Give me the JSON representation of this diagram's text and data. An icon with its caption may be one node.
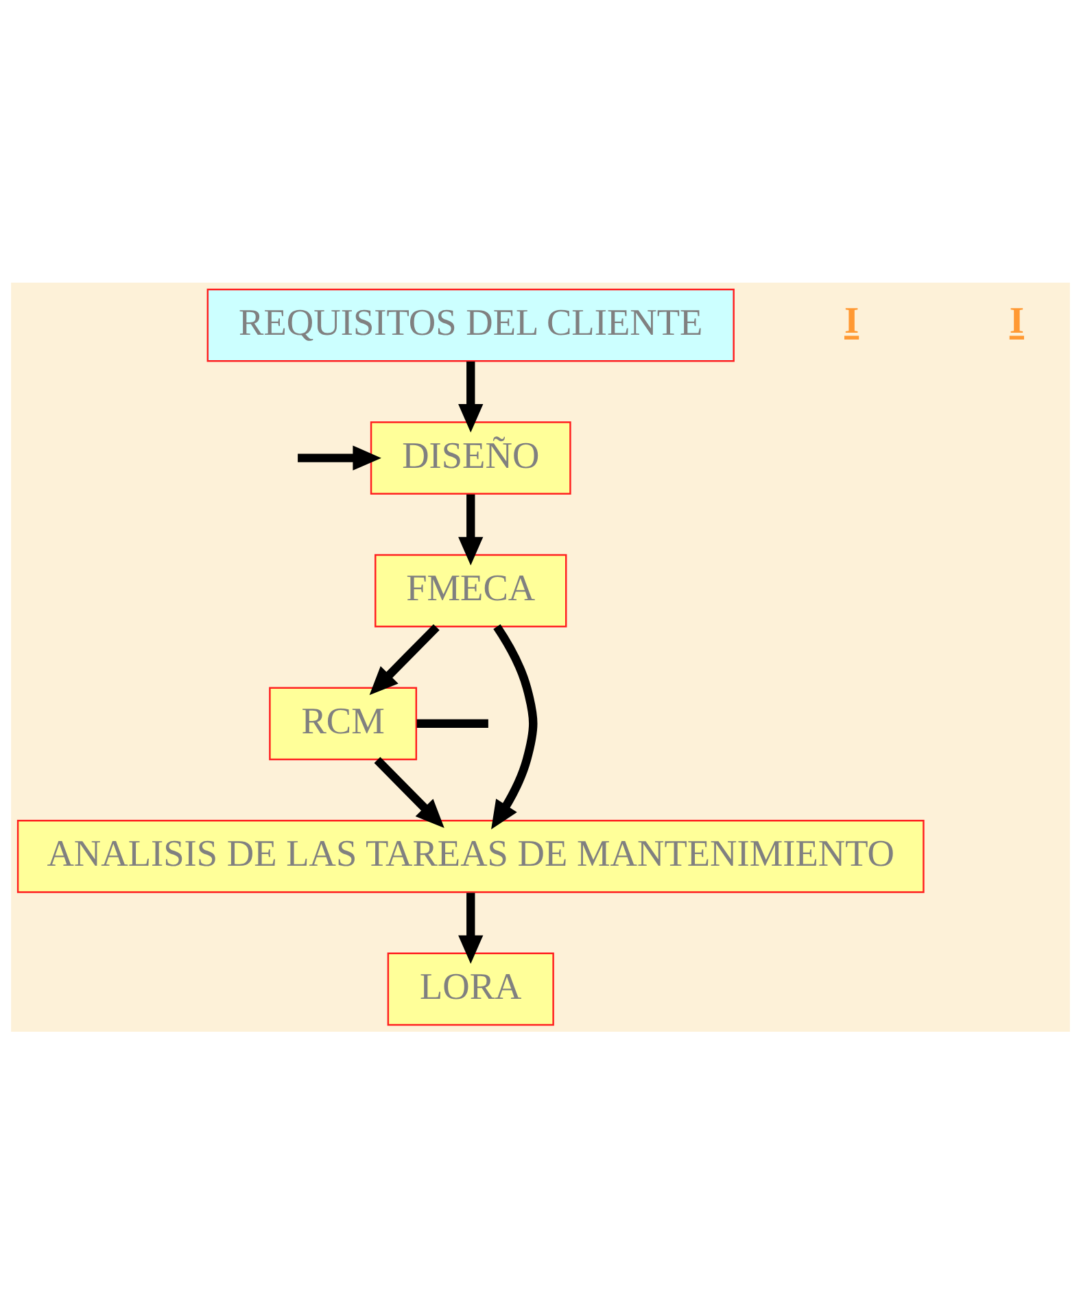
{
  "diagram": {
    "nodes": [
      {
        "text": [
          "REQUISITOS DEL CLIENTE"
        ]
      },
      {
        "text": [
          "DISEÑO"
        ]
      },
      {
        "text": [
          "FMECA"
        ]
      },
      {
        "text": [
          "RCM"
        ]
      },
      {
        "text": [
          "ANALISIS DE LAS TAREAS DE MANTENIMIENTO"
        ]
      },
      {
        "text": [
          "LORA"
        ]
      }
    ],
    "edges": [
      {
        "from": 0,
        "to": 1,
        "arrow": "to"
      },
      {
        "from": 1,
        "to": 2,
        "arrow": "to"
      },
      {
        "from": 2,
        "to": 3,
        "arrow": "to"
      },
      {
        "from": 2,
        "to": 4,
        "arrow": "to"
      },
      {
        "from": 3,
        "to": 4,
        "arrow": "to"
      },
      {
        "from": 4,
        "to": 5,
        "arrow": "to"
      },
      {
        "from": 3,
        "to": null,
        "arrow": "none"
      },
      {
        "from": null,
        "to": 1,
        "arrow": "to"
      }
    ],
    "labels": [
      "I",
      "I"
    ]
  }
}
